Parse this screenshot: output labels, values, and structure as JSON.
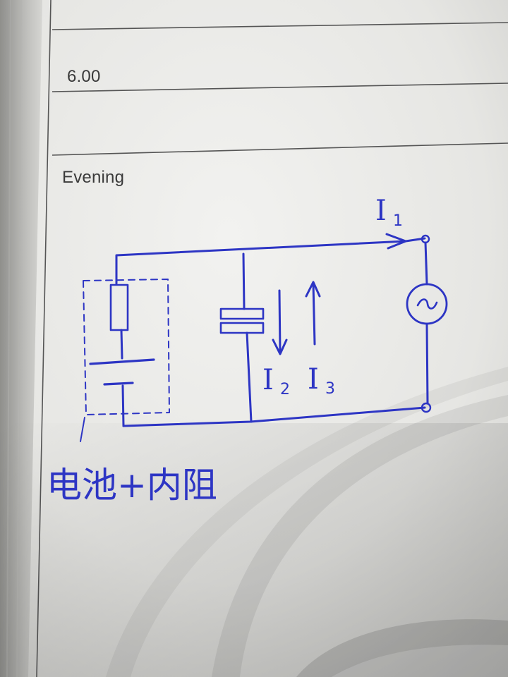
{
  "page": {
    "time_label": "6.00",
    "section_label": "Evening"
  },
  "diagram": {
    "current_labels": {
      "i1": "I",
      "i1_sub": "1",
      "i2": "I",
      "i2_sub": "2",
      "i3": "I",
      "i3_sub": "3"
    },
    "caption": "电池+内阻",
    "ink_color": "#2d35c4",
    "source_symbol": "~"
  }
}
